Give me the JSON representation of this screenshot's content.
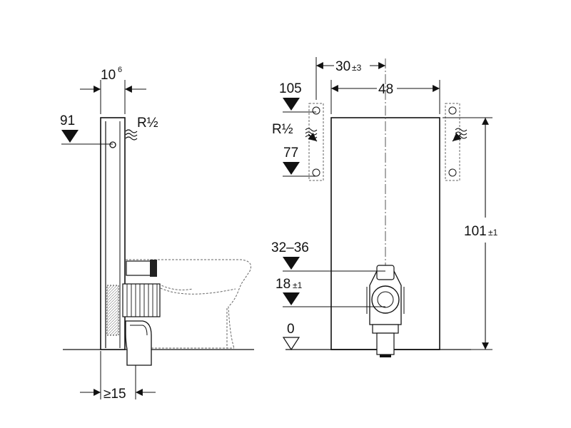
{
  "side_view": {
    "top_width_main": "10",
    "top_width_sup": "6",
    "level_91": "91",
    "thread_left": "R½",
    "bottom_dim": "≥15"
  },
  "front_view": {
    "top_dim_main": "30",
    "top_dim_tol": "±3",
    "width_dim": "48",
    "level_105": "105",
    "thread_right": "R½",
    "level_77": "77",
    "height_main": "101",
    "height_tol": "±1",
    "level_range": "32–36",
    "level_18_main": "18",
    "level_18_tol": "±1",
    "level_0": "0"
  }
}
